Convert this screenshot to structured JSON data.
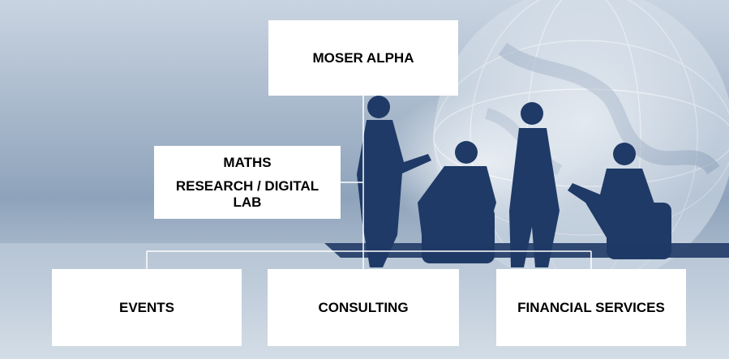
{
  "org_chart": {
    "root": {
      "label": "MOSER ALPHA"
    },
    "side_node": {
      "lines": [
        "MATHS",
        "RESEARCH / DIGITAL",
        "LAB"
      ]
    },
    "children": [
      {
        "label": "EVENTS"
      },
      {
        "label": "CONSULTING"
      },
      {
        "label": "FINANCIAL SERVICES"
      }
    ]
  },
  "colors": {
    "box_fill": "#ffffff",
    "connector": "#ffffff",
    "background_tone": "#8ea3bb",
    "silhouette": "#1f3a66"
  },
  "background": {
    "description_icon": "business-meeting-globe-image"
  }
}
